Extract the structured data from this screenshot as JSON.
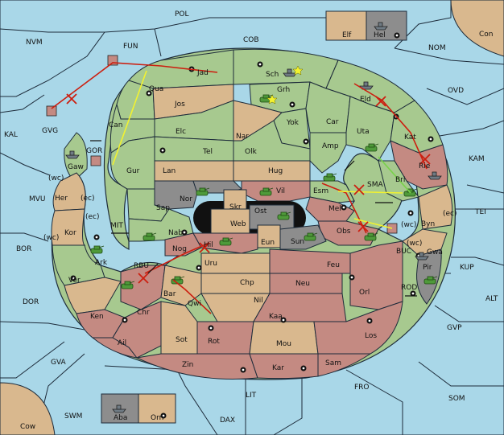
{
  "colors": {
    "sea": "#a9d7e8",
    "green": "#a7c98f",
    "tan": "#d9b88e",
    "red": "#c48a82",
    "gray": "#8d8d8d",
    "order": "#cc1f10",
    "support": "#f2f230"
  },
  "seas": {
    "pol": "POL",
    "nvm": "NVM",
    "fun": "FUN",
    "cob": "COB",
    "nom": "NOM",
    "con": "Con",
    "kal": "KAL",
    "gvg": "GVG",
    "gor": "GOR",
    "ovd": "OVD",
    "kam": "KAM",
    "tei": "TEI",
    "mvu": "MVU",
    "mit": "MIT",
    "bor": "BOR",
    "dor": "DOR",
    "rbu": "RBU",
    "sma": "SMA",
    "buc": "BUC",
    "rod": "ROD",
    "kup": "KUP",
    "alt": "ALT",
    "gvp": "GVP",
    "gva": "GVA",
    "fro": "FRO",
    "som": "SOM",
    "lit": "LIT",
    "swm": "SWM",
    "dax": "DAX",
    "cow": "Cow"
  },
  "territories": {
    "elf": "Elf",
    "hel": "Hel",
    "jad": "Jad",
    "sch": "Sch",
    "qua": "Qua",
    "jos": "Jos",
    "grh": "Grh",
    "eld": "Eld",
    "can": "Can",
    "elc": "Elc",
    "nar": "Nar",
    "yok": "Yok",
    "car": "Car",
    "uta": "Uta",
    "kat": "Kat",
    "gaw": "Gaw",
    "gur": "Gur",
    "tel": "Tel",
    "olk": "Olk",
    "amp": "Amp",
    "lan": "Lan",
    "hug": "Hug",
    "rie": "Rie",
    "esm": "Esm",
    "bri": "Bri",
    "nor": "Nor",
    "skr": "Skr",
    "vil": "Vil",
    "her": "Her",
    "sap": "Sap",
    "web": "Web",
    "ost": "Ost",
    "mel": "Mel",
    "byn": "Byn",
    "kor": "Kor",
    "nab": "Nab",
    "eun": "Eun",
    "sun": "Sun",
    "obs": "Obs",
    "gwa": "Gwa",
    "ark": "Ark",
    "nog": "Nog",
    "hil": "Hil",
    "uru": "Uru",
    "feu": "Feu",
    "pir": "Pir",
    "ver": "Ver",
    "chp": "Chp",
    "neu": "Neu",
    "orl": "Orl",
    "bar": "Bar",
    "qwi": "Qwi",
    "nil": "Nil",
    "ken": "Ken",
    "chr": "Chr",
    "kaa": "Kaa",
    "ail": "Ail",
    "sot": "Sot",
    "rot": "Rot",
    "mou": "Mou",
    "los": "Los",
    "zin": "Zin",
    "kar": "Kar",
    "sam": "Sam",
    "aba": "Aba",
    "orn": "Orn"
  },
  "coast_tags": {
    "wc_her": "(wc)",
    "ec_her": "(ec)",
    "ec_kor": "(ec)",
    "wc_kor": "(wc)",
    "ec_byn": "(ec)",
    "wc_byn": "(wc)",
    "wc_gwa": "(wc)"
  }
}
